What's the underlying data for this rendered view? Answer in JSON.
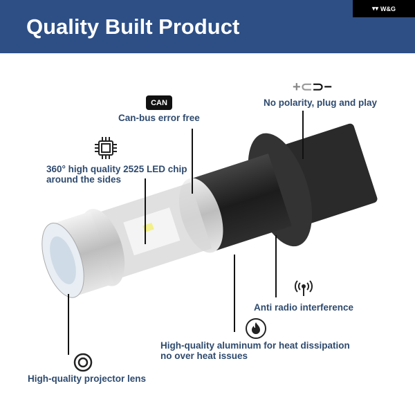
{
  "header": {
    "title": "Quality Built Product",
    "brand": "W&G"
  },
  "features": {
    "polarity": {
      "icon": "polarity-icon",
      "plus": "+",
      "minus": "−",
      "label": "No polarity, plug and play"
    },
    "canbus": {
      "badge": "CAN",
      "label": "Can-bus error free"
    },
    "chip": {
      "icon": "chip-icon",
      "line1": "360° high quality 2525 LED chip",
      "line2": "around the sides"
    },
    "radio": {
      "icon": "antenna-icon",
      "label": "Anti radio interference"
    },
    "aluminum": {
      "icon": "fire-icon",
      "line1": "High-quality aluminum for heat dissipation",
      "line2": "no over heat issues"
    },
    "lens": {
      "icon": "lens-icon",
      "label": "High-quality projector lens"
    }
  }
}
